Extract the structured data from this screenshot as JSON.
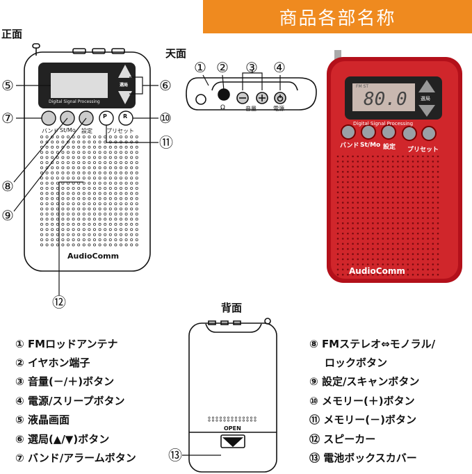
{
  "header": {
    "title": "商品各部名称",
    "color": "#ef8a1f"
  },
  "views": {
    "front": "正面",
    "top": "天面",
    "back": "背面"
  },
  "callouts": [
    "①",
    "②",
    "③",
    "④",
    "⑤",
    "⑥",
    "⑦",
    "⑧",
    "⑨",
    "⑩",
    "⑪",
    "⑫",
    "⑬"
  ],
  "front_labels": {
    "band": "バンド",
    "stmo": "St/Mo",
    "settings": "設定",
    "preset": "プリセット",
    "tuning": "選局",
    "dsp": "Digital Signal Processing",
    "brand": "AudioComm",
    "p": "P",
    "r": "R"
  },
  "top_labels": {
    "headphone": "Ω",
    "volume": "音量",
    "power": "電源"
  },
  "back_labels": {
    "open": "OPEN"
  },
  "photo": {
    "display": "80.0",
    "indicator": "FM ST",
    "body_color": "#c0141a"
  },
  "parts_left": [
    {
      "num": "①",
      "label": "FMロッドアンテナ"
    },
    {
      "num": "②",
      "label": "イヤホン端子"
    },
    {
      "num": "③",
      "label": "音量(－/＋)ボタン"
    },
    {
      "num": "④",
      "label": "電源/スリープボタン"
    },
    {
      "num": "⑤",
      "label": "液晶画面"
    },
    {
      "num": "⑥",
      "label": "選局(▲/▼)ボタン"
    },
    {
      "num": "⑦",
      "label": "バンド/アラームボタン"
    }
  ],
  "parts_right": [
    {
      "num": "⑧",
      "label": "FMステレオ⇔モノラル/"
    },
    {
      "num": "",
      "label": "ロックボタン"
    },
    {
      "num": "⑨",
      "label": "設定/スキャンボタン"
    },
    {
      "num": "⑩",
      "label": "メモリー(＋)ボタン"
    },
    {
      "num": "⑪",
      "label": "メモリー(－)ボタン"
    },
    {
      "num": "⑫",
      "label": "スピーカー"
    },
    {
      "num": "⑬",
      "label": "電池ボックスカバー"
    }
  ]
}
